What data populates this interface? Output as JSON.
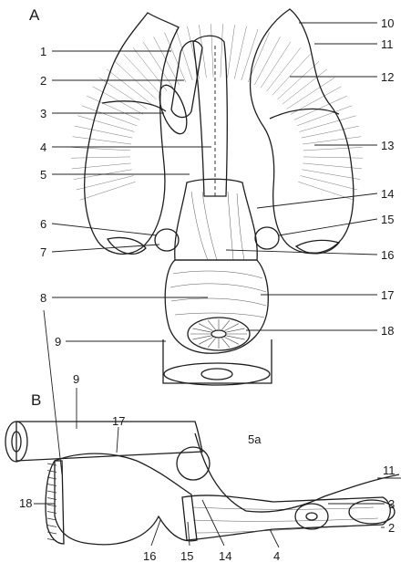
{
  "panels": {
    "a": "A",
    "b": "B"
  },
  "labels_a": [
    "1",
    "2",
    "3",
    "4",
    "5",
    "6",
    "7",
    "8",
    "9",
    "10",
    "11",
    "12",
    "13",
    "14",
    "15",
    "16",
    "17",
    "18"
  ],
  "labels_b": [
    "9",
    "17",
    "8",
    "18",
    "16",
    "15",
    "14",
    "4",
    "2",
    "3",
    "11"
  ],
  "figure_tag": "5a",
  "colors": {
    "ink": "#1e1e1e",
    "fill_light": "#dcdcdc",
    "fill_mid": "#cfcfcf",
    "background": "#ffffff"
  }
}
